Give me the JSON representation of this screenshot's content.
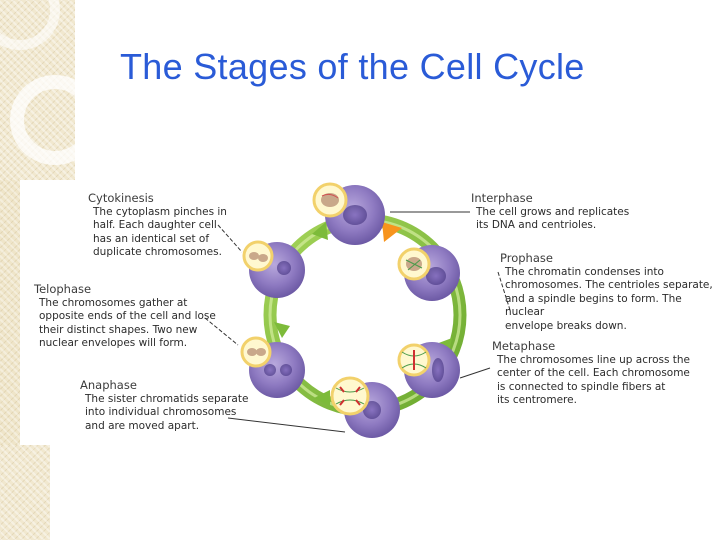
{
  "title": "The Stages of the Cell Cycle",
  "stages": {
    "cytokinesis": {
      "name": "Cytokinesis",
      "lines": [
        "The cytoplasm pinches in",
        "half. Each daughter cell",
        "has an identical set of",
        "duplicate chromosomes."
      ]
    },
    "telophase": {
      "name": "Telophase",
      "lines": [
        "The chromosomes gather at",
        "opposite ends of the cell and lose",
        "their distinct shapes. Two new",
        "nuclear envelopes will form."
      ]
    },
    "anaphase": {
      "name": "Anaphase",
      "lines": [
        "The sister chromatids separate",
        "into individual chromosomes",
        "and are moved apart."
      ]
    },
    "interphase": {
      "name": "Interphase",
      "lines": [
        "The cell grows and replicates",
        "its DNA and centrioles."
      ]
    },
    "prophase": {
      "name": "Prophase",
      "lines": [
        "The chromatin condenses into",
        "chromosomes. The centrioles separate,",
        "and a spindle begins to form. The nuclear",
        "envelope breaks down."
      ]
    },
    "metaphase": {
      "name": "Metaphase",
      "lines": [
        "The chromosomes line up across the",
        "center of the cell. Each chromosome",
        "is connected to spindle fibers at",
        "its centromere."
      ]
    }
  },
  "colors": {
    "title": "#2a5bd7",
    "ring": "#8cc63f",
    "arrow_orange": "#f7941d",
    "cell_purple": "#8f7bc2"
  }
}
